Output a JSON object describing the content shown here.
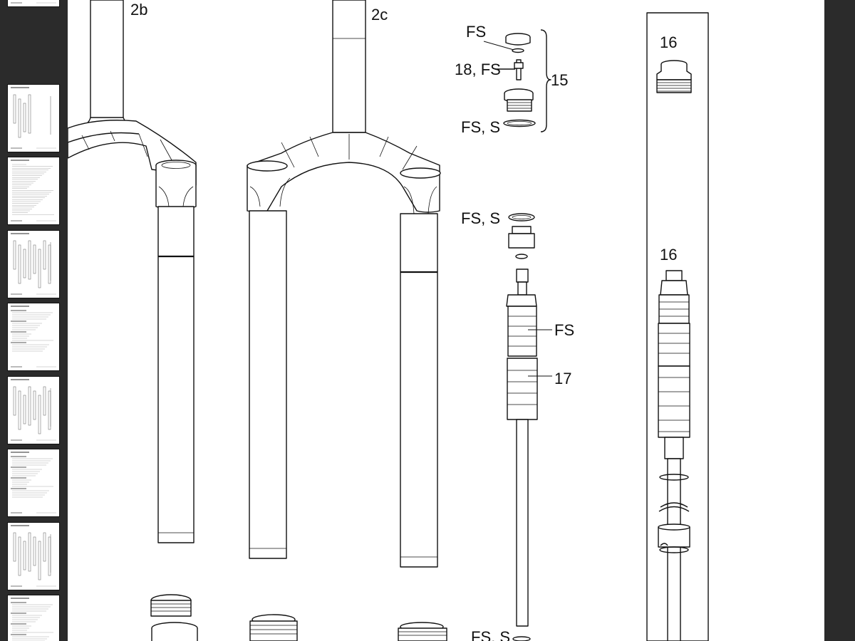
{
  "thumbnails": [
    {
      "kind": "text-dense"
    },
    {
      "kind": "diagram-sparse"
    },
    {
      "kind": "text-list"
    },
    {
      "kind": "diagram-exploded"
    },
    {
      "kind": "text-sections"
    },
    {
      "kind": "diagram-exploded"
    },
    {
      "kind": "text-sections"
    },
    {
      "kind": "diagram-exploded"
    },
    {
      "kind": "text-sections"
    }
  ],
  "page": {
    "labels": {
      "l2b": "2b",
      "l2c": "2c",
      "fs_top": "FS",
      "l18fs": "18, FS",
      "fss_1": "FS, S",
      "l15": "15",
      "l16_top": "16",
      "fss_2": "FS, S",
      "l16_mid": "16",
      "fs_mid": "FS",
      "l17": "17",
      "fss_3": "FS, S"
    }
  },
  "colors": {
    "background": "#2b2b2b",
    "page": "#ffffff",
    "ink": "#111111"
  }
}
